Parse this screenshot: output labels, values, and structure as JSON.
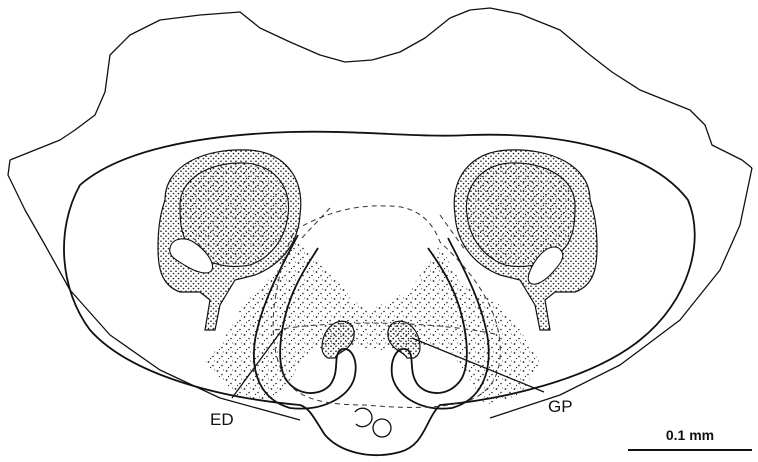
{
  "figure": {
    "labels": {
      "ed": "ED",
      "gp": "GP"
    },
    "scale_bar": {
      "text": "0.1 mm"
    }
  },
  "colors": {
    "ink": "#111111",
    "background": "#ffffff"
  }
}
